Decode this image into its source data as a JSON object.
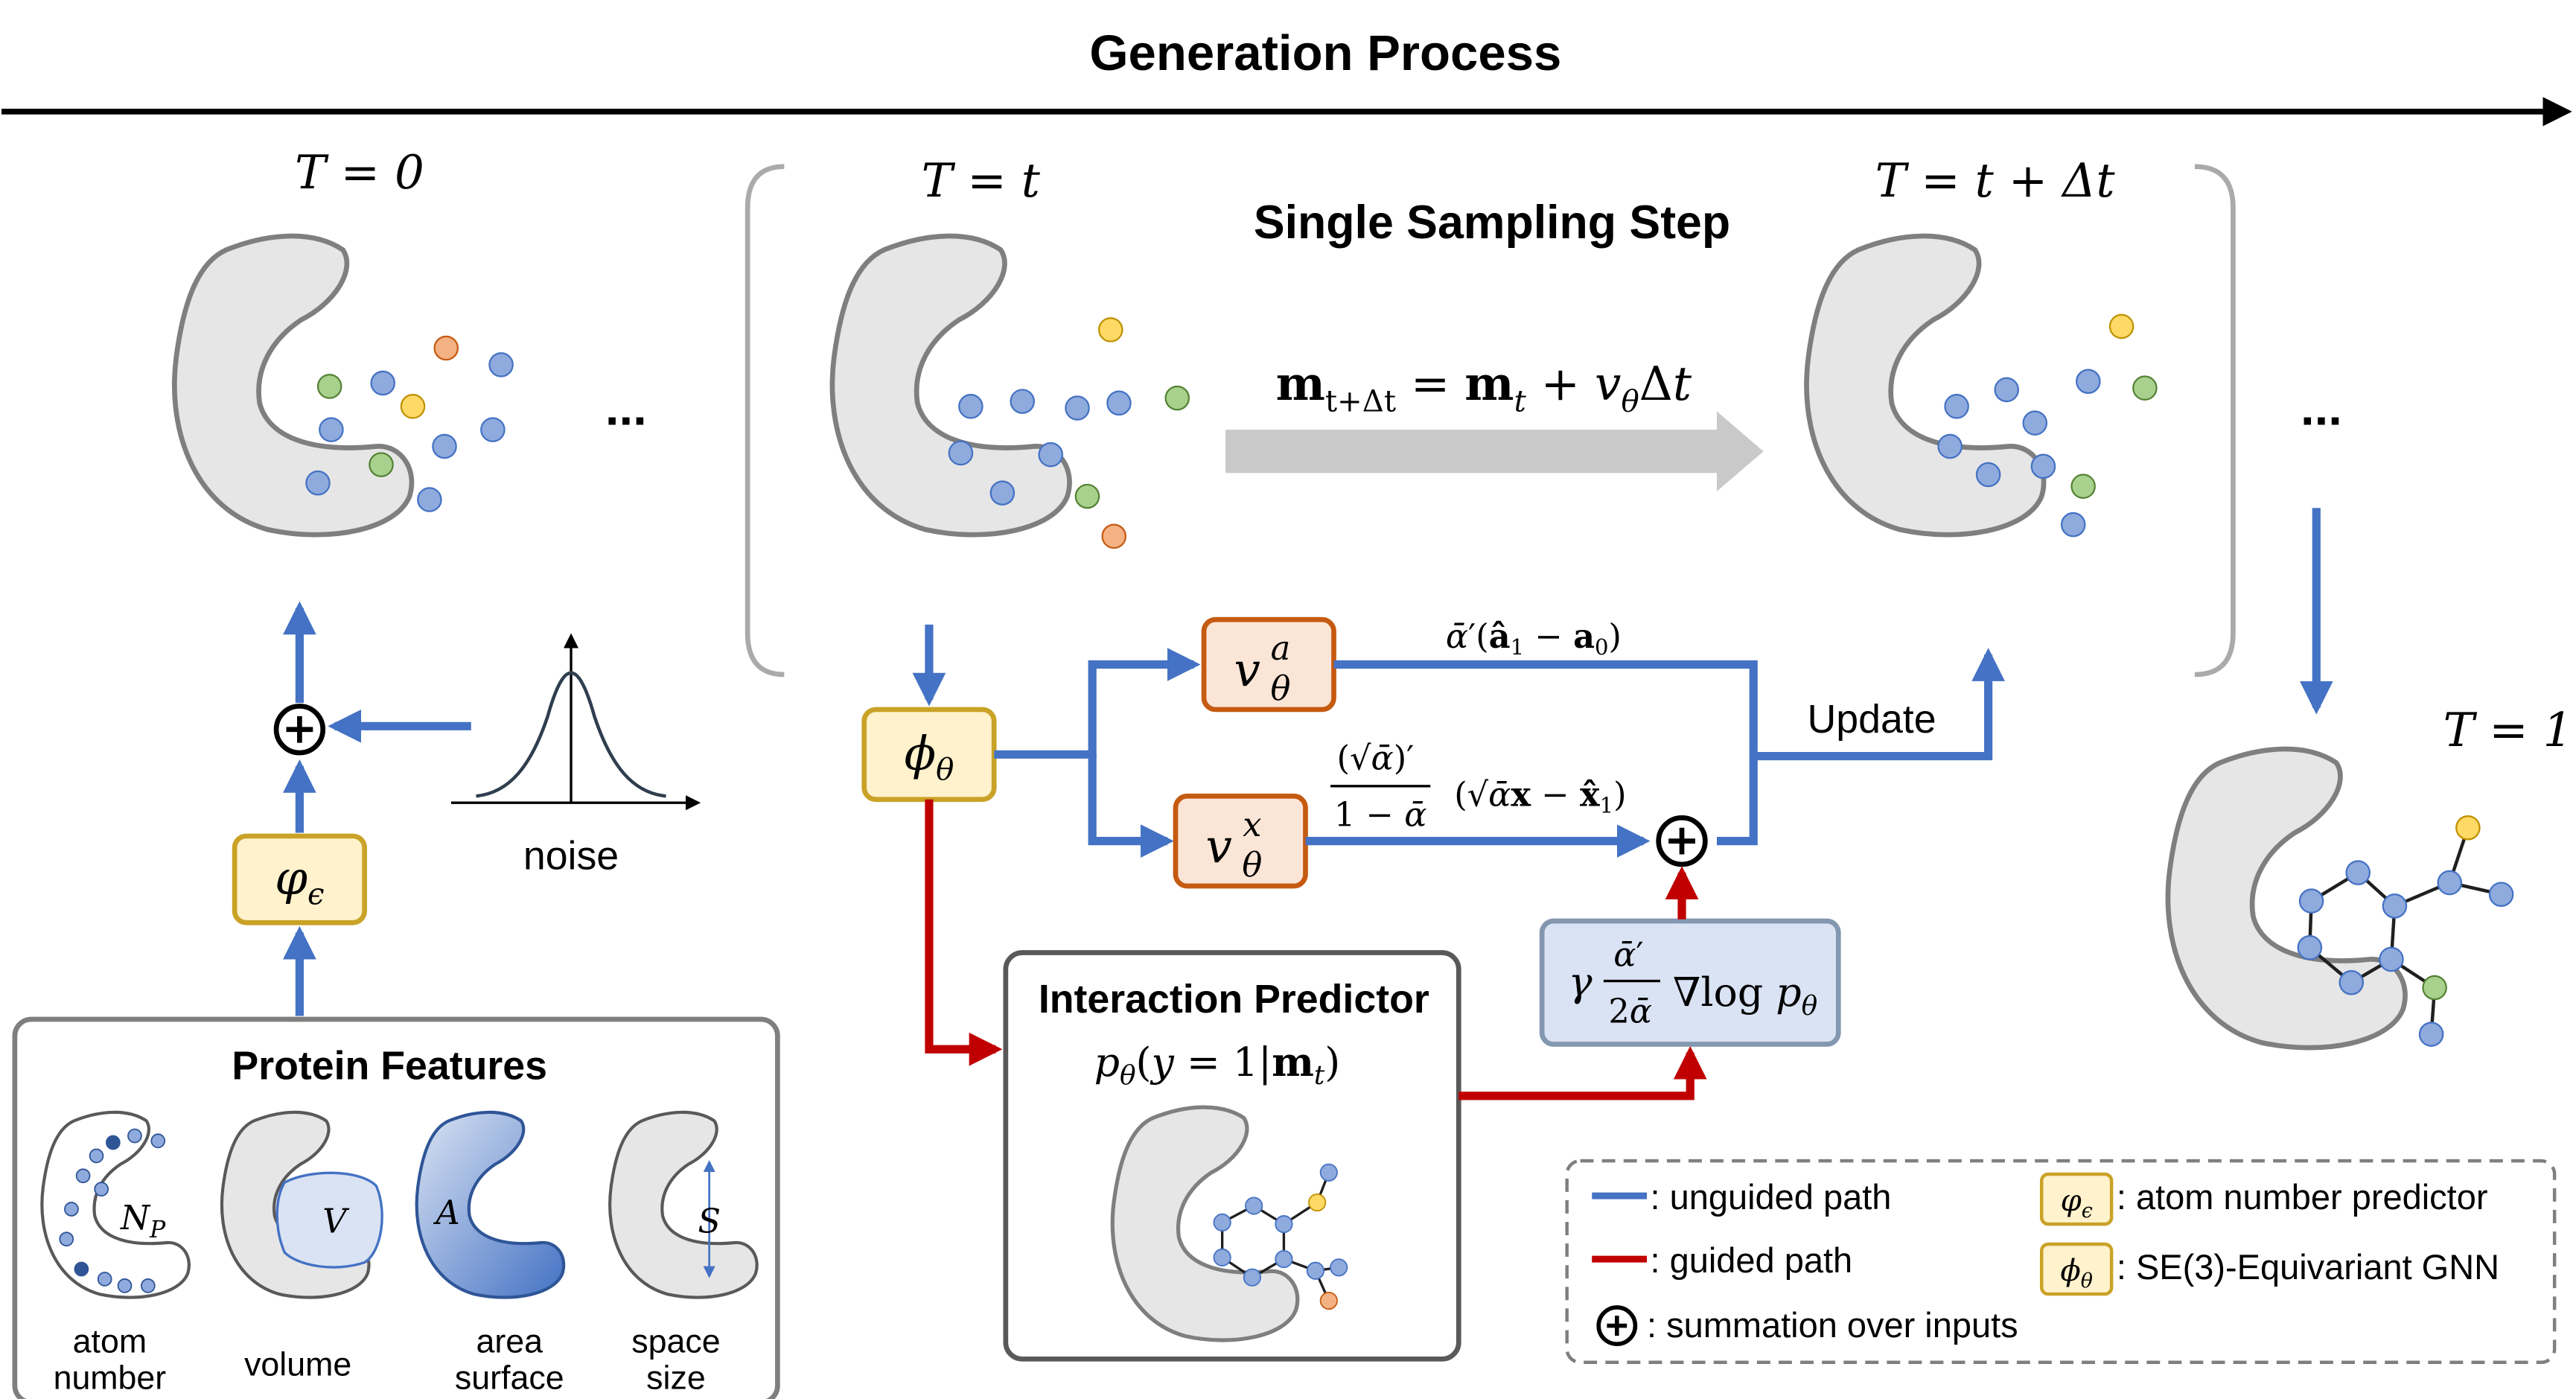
{
  "header": {
    "title": "Generation Process"
  },
  "states": {
    "t0": "T = 0",
    "tt": "T = t",
    "tdt": "T = t + Δt",
    "t1": "T = 1"
  },
  "ellipsis": "...",
  "step": {
    "title": "Single Sampling Step",
    "update_equation": "m_{t+Δt} = m_t + v_θ Δt",
    "update_label": "Update"
  },
  "modules": {
    "phi": "ϕθ",
    "varphi": "φϵ",
    "va": "vθa",
    "vx": "vθx",
    "guidance_box": "γ ᾱ′/2ᾱ ∇log pθ"
  },
  "formulas": {
    "a_path": "ᾱ′(â₁ − a₀)",
    "x_path": "(√ᾱ)′/(1 − ᾱ) (√ᾱx − x̂₁)"
  },
  "noise": {
    "label": "noise"
  },
  "protein_features": {
    "title": "Protein Features",
    "items": [
      {
        "symbol": "NP",
        "label_line1": "atom",
        "label_line2": "number"
      },
      {
        "symbol": "V",
        "label_line1": "volume",
        "label_line2": ""
      },
      {
        "symbol": "A",
        "label_line1": "area",
        "label_line2": "surface"
      },
      {
        "symbol": "S",
        "label_line1": "space",
        "label_line2": "size"
      }
    ]
  },
  "interaction_predictor": {
    "title": "Interaction Predictor",
    "formula": "pθ(y = 1|mt)"
  },
  "legend": {
    "unguided": ": unguided path",
    "guided": ": guided path",
    "summation": ": summation over inputs",
    "phi_eps_desc": ": atom number predictor",
    "phi_theta_desc": ": SE(3)-Equivariant GNN"
  },
  "colors": {
    "unguided": "#4472c4",
    "guided": "#c00000",
    "module_fill": "#fff2cc",
    "module_stroke": "#c9a227",
    "v_fill": "#fbe5d6",
    "v_stroke": "#c55a11",
    "guidance_fill": "#dae3f3",
    "guidance_stroke": "#8497b0",
    "pocket_fill": "#e6e6e6",
    "pocket_stroke": "#7f7f7f",
    "atom_blue": "#8faadc",
    "atom_green": "#a9d18e",
    "atom_yellow": "#ffd966",
    "atom_orange": "#f4b183"
  }
}
